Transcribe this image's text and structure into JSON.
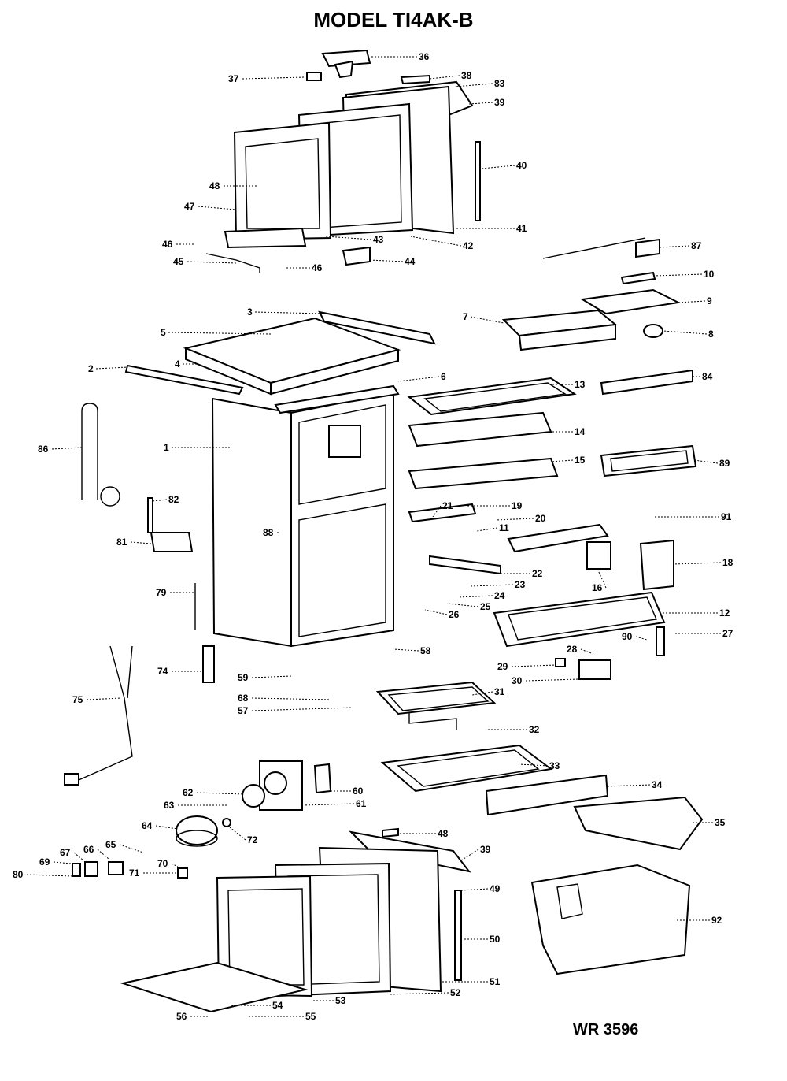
{
  "title": "MODEL TI4AK-B",
  "diagram_code": "WR 3596",
  "callouts": [
    {
      "id": "c36",
      "text": "36"
    },
    {
      "id": "c37",
      "text": "37"
    },
    {
      "id": "c38",
      "text": "38"
    },
    {
      "id": "c83",
      "text": "83"
    },
    {
      "id": "c39a",
      "text": "39"
    },
    {
      "id": "c40",
      "text": "40"
    },
    {
      "id": "c48a",
      "text": "48"
    },
    {
      "id": "c47",
      "text": "47"
    },
    {
      "id": "c46a",
      "text": "46"
    },
    {
      "id": "c45",
      "text": "45"
    },
    {
      "id": "c46b",
      "text": "46"
    },
    {
      "id": "c43",
      "text": "43"
    },
    {
      "id": "c44",
      "text": "44"
    },
    {
      "id": "c42",
      "text": "42"
    },
    {
      "id": "c41",
      "text": "41"
    },
    {
      "id": "c87",
      "text": "87"
    },
    {
      "id": "c10",
      "text": "10"
    },
    {
      "id": "c9",
      "text": "9"
    },
    {
      "id": "c7",
      "text": "7"
    },
    {
      "id": "c8",
      "text": "8"
    },
    {
      "id": "c3",
      "text": "3"
    },
    {
      "id": "c5",
      "text": "5"
    },
    {
      "id": "c4",
      "text": "4"
    },
    {
      "id": "c2",
      "text": "2"
    },
    {
      "id": "c6",
      "text": "6"
    },
    {
      "id": "c13",
      "text": "13"
    },
    {
      "id": "c84",
      "text": "84"
    },
    {
      "id": "c14",
      "text": "14"
    },
    {
      "id": "c15",
      "text": "15"
    },
    {
      "id": "c89",
      "text": "89"
    },
    {
      "id": "c86",
      "text": "86"
    },
    {
      "id": "c1",
      "text": "1"
    },
    {
      "id": "c82",
      "text": "82"
    },
    {
      "id": "c81",
      "text": "81"
    },
    {
      "id": "c88",
      "text": "88"
    },
    {
      "id": "c21",
      "text": "21"
    },
    {
      "id": "c19",
      "text": "19"
    },
    {
      "id": "c20",
      "text": "20"
    },
    {
      "id": "c11",
      "text": "11"
    },
    {
      "id": "c91",
      "text": "91"
    },
    {
      "id": "c18",
      "text": "18"
    },
    {
      "id": "c16",
      "text": "16"
    },
    {
      "id": "c22",
      "text": "22"
    },
    {
      "id": "c23",
      "text": "23"
    },
    {
      "id": "c24",
      "text": "24"
    },
    {
      "id": "c25",
      "text": "25"
    },
    {
      "id": "c26",
      "text": "26"
    },
    {
      "id": "c79",
      "text": "79"
    },
    {
      "id": "c12",
      "text": "12"
    },
    {
      "id": "c27",
      "text": "27"
    },
    {
      "id": "c90",
      "text": "90"
    },
    {
      "id": "c28",
      "text": "28"
    },
    {
      "id": "c58",
      "text": "58"
    },
    {
      "id": "c29",
      "text": "29"
    },
    {
      "id": "c30",
      "text": "30"
    },
    {
      "id": "c74",
      "text": "74"
    },
    {
      "id": "c59",
      "text": "59"
    },
    {
      "id": "c31",
      "text": "31"
    },
    {
      "id": "c75",
      "text": "75"
    },
    {
      "id": "c68",
      "text": "68"
    },
    {
      "id": "c57",
      "text": "57"
    },
    {
      "id": "c32",
      "text": "32"
    },
    {
      "id": "c33",
      "text": "33"
    },
    {
      "id": "c34",
      "text": "34"
    },
    {
      "id": "c62",
      "text": "62"
    },
    {
      "id": "c60",
      "text": "60"
    },
    {
      "id": "c63",
      "text": "63"
    },
    {
      "id": "c61",
      "text": "61"
    },
    {
      "id": "c35",
      "text": "35"
    },
    {
      "id": "c64",
      "text": "64"
    },
    {
      "id": "c72",
      "text": "72"
    },
    {
      "id": "c48b",
      "text": "48"
    },
    {
      "id": "c69",
      "text": "69"
    },
    {
      "id": "c67",
      "text": "67"
    },
    {
      "id": "c66",
      "text": "66"
    },
    {
      "id": "c65",
      "text": "65"
    },
    {
      "id": "c70",
      "text": "70"
    },
    {
      "id": "c39b",
      "text": "39"
    },
    {
      "id": "c80",
      "text": "80"
    },
    {
      "id": "c71",
      "text": "71"
    },
    {
      "id": "c49",
      "text": "49"
    },
    {
      "id": "c92",
      "text": "92"
    },
    {
      "id": "c50",
      "text": "50"
    },
    {
      "id": "c51",
      "text": "51"
    },
    {
      "id": "c52",
      "text": "52"
    },
    {
      "id": "c53",
      "text": "53"
    },
    {
      "id": "c54",
      "text": "54"
    },
    {
      "id": "c56",
      "text": "56"
    },
    {
      "id": "c55",
      "text": "55"
    }
  ]
}
